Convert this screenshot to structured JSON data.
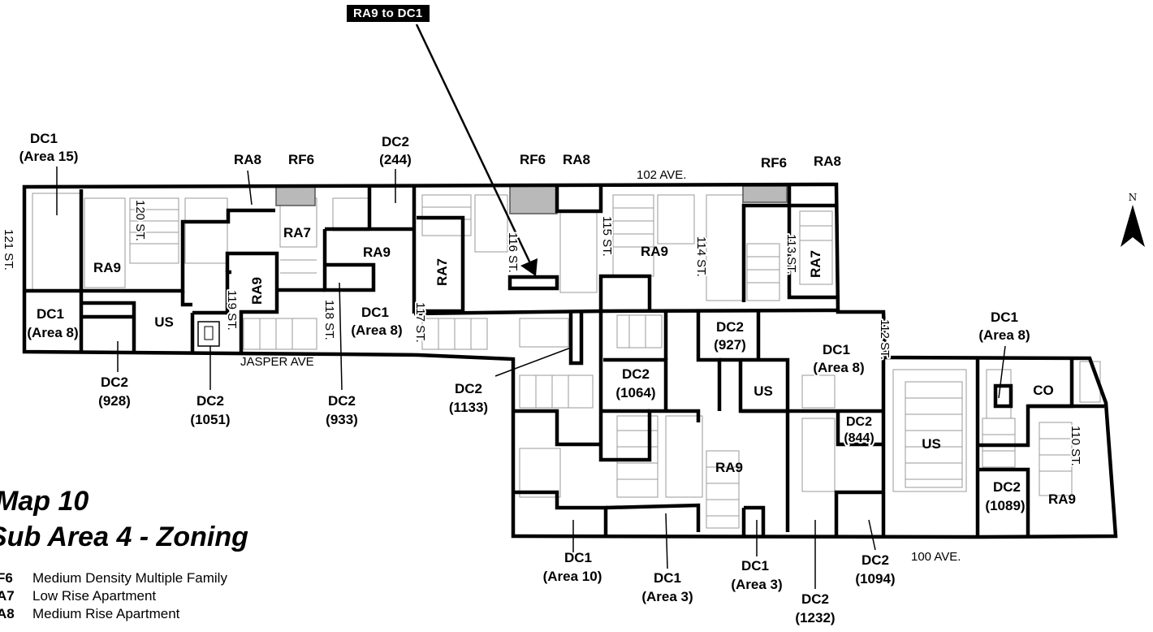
{
  "callout": "RA9 to DC1",
  "title": {
    "line1": "Map 10",
    "line2": "Sub Area 4 - Zoning"
  },
  "north": "N",
  "legend": [
    {
      "code": "F6",
      "desc": "Medium Density Multiple Family"
    },
    {
      "code": "A7",
      "desc": "Low Rise Apartment"
    },
    {
      "code": "A8",
      "desc": "Medium Rise Apartment"
    }
  ],
  "streets": {
    "ave102": "102 AVE.",
    "ave100": "100 AVE.",
    "jasper": "JASPER AVE",
    "st121": "121 ST.",
    "st120": "120 ST.",
    "st119": "119 ST.",
    "st118": "118 ST.",
    "st117": "117 ST.",
    "st116": "116 ST.",
    "st115": "115 ST.",
    "st114": "114 ST.",
    "st113": "113 ST.",
    "st112": "112 ST.",
    "st110": "110 ST."
  },
  "labels": {
    "dc1": "DC1",
    "dc2": "DC2",
    "area15": "(Area 15)",
    "area8": "(Area 8)",
    "area10": "(Area 10)",
    "area3": "(Area 3)",
    "p244": "(244)",
    "p928": "(928)",
    "p1051": "(1051)",
    "p933": "(933)",
    "p1133": "(1133)",
    "p1064": "(1064)",
    "p927": "(927)",
    "p844": "(844)",
    "p1089": "(1089)",
    "p1094": "(1094)",
    "p1232": "(1232)",
    "ra9": "RA9",
    "ra8": "RA8",
    "ra7": "RA7",
    "rf6": "RF6",
    "us": "US",
    "co": "CO"
  }
}
